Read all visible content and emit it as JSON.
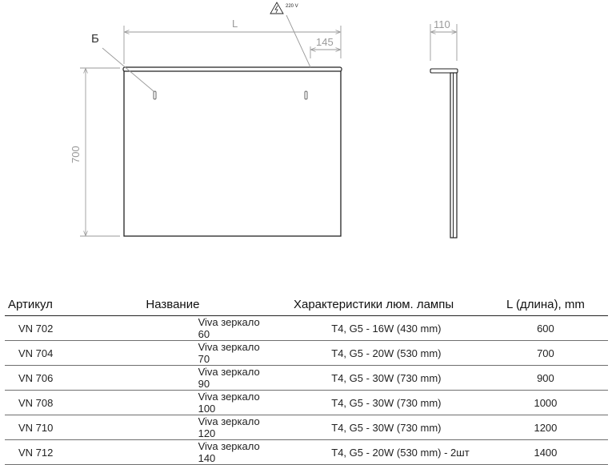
{
  "drawing": {
    "dim_L": "L",
    "dim_145": "145",
    "dim_700": "700",
    "dim_110": "110",
    "label_B": "Б",
    "voltage": "220 V",
    "icons": [
      "electrical-hazard-icon"
    ]
  },
  "table": {
    "headers": [
      "Артикул",
      "Название",
      "Характеристики люм. лампы",
      "L (длина), mm"
    ],
    "rows": [
      [
        "VN 702",
        "Viva зеркало 60",
        "T4, G5 - 16W (430 mm)",
        "600"
      ],
      [
        "VN 704",
        "Viva зеркало 70",
        "T4, G5 - 20W (530 mm)",
        "700"
      ],
      [
        "VN 706",
        "Viva зеркало 90",
        "T4, G5 - 30W (730 mm)",
        "900"
      ],
      [
        "VN 708",
        "Viva зеркало 100",
        "T4, G5 - 30W (730 mm)",
        "1000"
      ],
      [
        "VN 710",
        "Viva зеркало 120",
        "T4, G5 - 30W (730 mm)",
        "1200"
      ],
      [
        "VN 712",
        "Viva зеркало 140",
        "T4, G5 - 20W (530 mm) - 2шт",
        "1400"
      ]
    ]
  }
}
